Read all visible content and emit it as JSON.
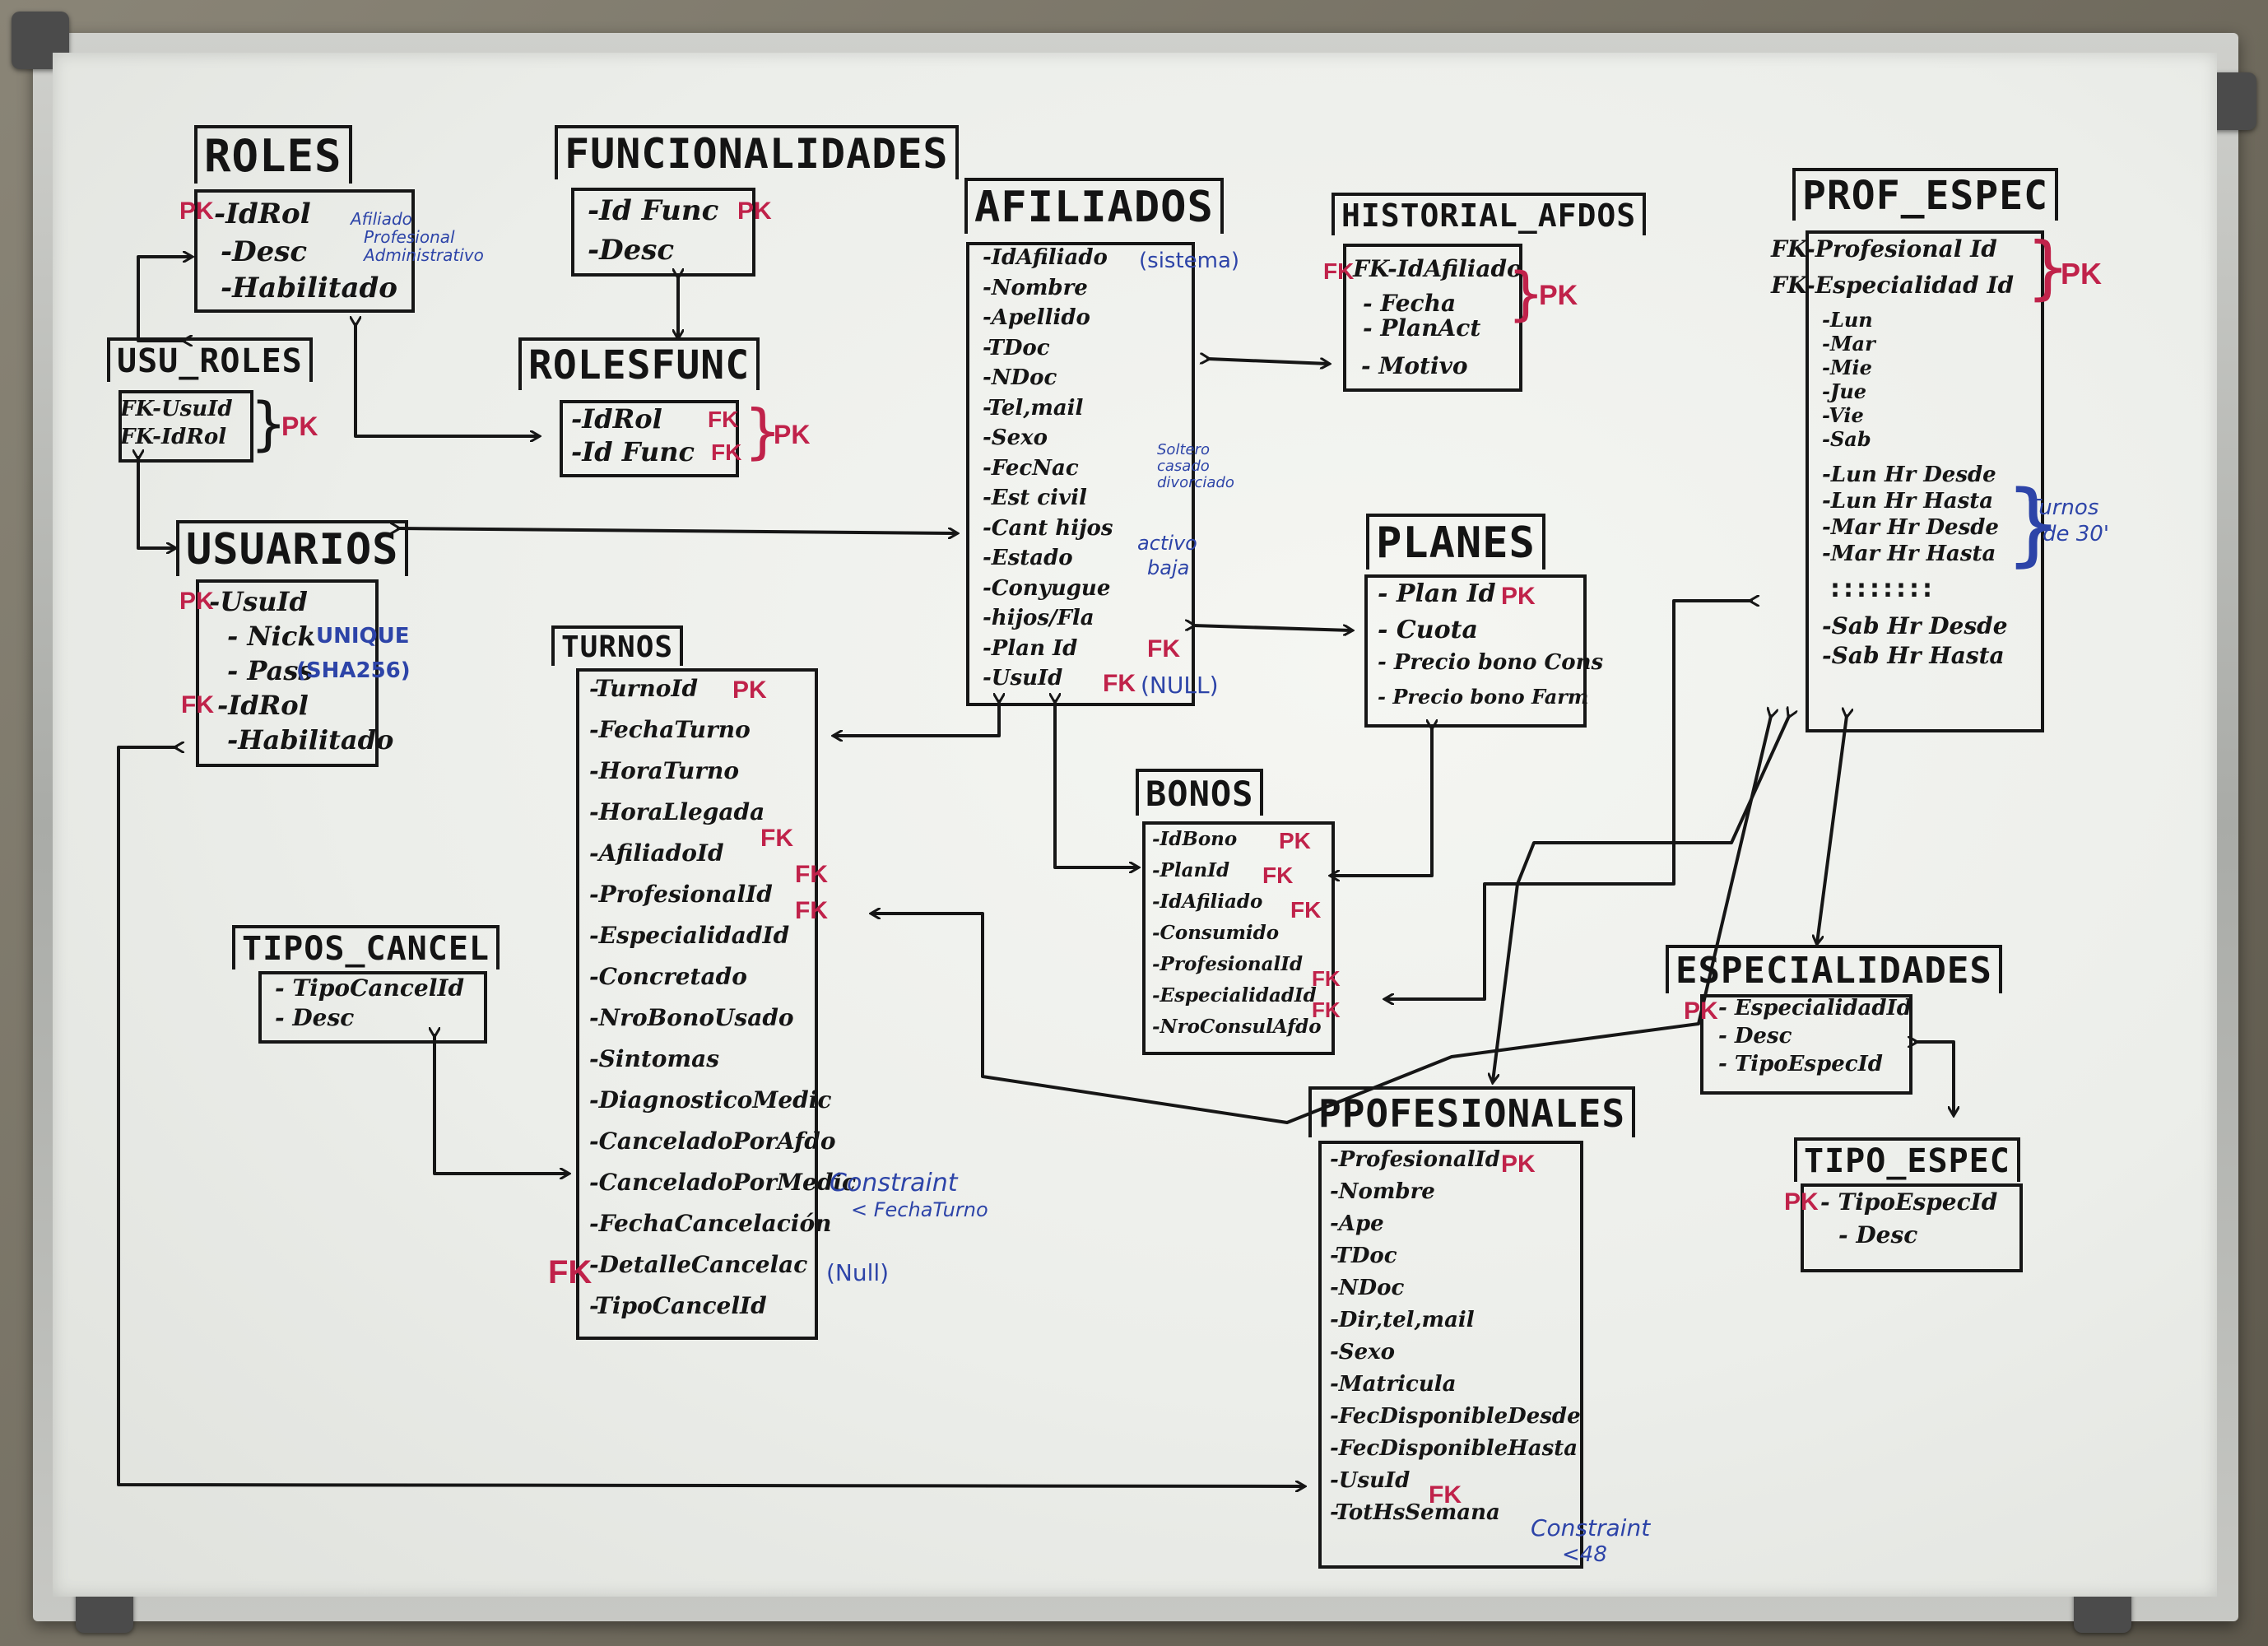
{
  "diagram": {
    "roles": {
      "title": "ROLES",
      "f1": "-IdRol",
      "f2": "-Desc",
      "f3": "-Habilitado",
      "pk": "PK",
      "note1": "Afiliado",
      "note2": "Profesional",
      "note3": "Administrativo"
    },
    "funcionalidades": {
      "title": "FUNCIONALIDADES",
      "f1": "-Id Func",
      "f2": "-Desc",
      "pk": "PK"
    },
    "usu_roles": {
      "title": "USU_ROLES",
      "f1": "FK-UsuId",
      "f2": "FK-IdRol",
      "pk": "PK"
    },
    "roles_func": {
      "title": "ROLESFUNC",
      "f1": "-IdRol",
      "f2": "-Id Func",
      "fk1": "FK",
      "fk2": "FK",
      "pk": "PK"
    },
    "usuarios": {
      "title": "USUARIOS",
      "f1": "-UsuId",
      "f2": "- Nick",
      "f3": "- Pass",
      "f4": "-IdRol",
      "f5": "-Habilitado",
      "pk": "PK",
      "fk": "FK",
      "unique": "UNIQUE",
      "sha": "(SHA256)"
    },
    "afiliados": {
      "title": "AFILIADOS",
      "fields": [
        "-IdAfiliado",
        "-Nombre",
        "-Apellido",
        "-TDoc",
        "-NDoc",
        "-Tel,mail",
        "-Sexo",
        "-FecNac",
        "-Est civil",
        "-Cant hijos",
        "-Estado",
        "-Conyugue",
        "-hijos/Fla",
        "-Plan Id",
        "-UsuId"
      ],
      "sistema": "(sistema)",
      "soltero": "Soltero",
      "casado": "casado",
      "divorciado": "divorciado",
      "activo": "activo",
      "baja": "baja",
      "fk1": "FK",
      "fk2": "FK",
      "null": "(NULL)"
    },
    "historial": {
      "title": "HISTORIAL_AFDOS",
      "f1": "FK-IdAfiliado",
      "f2": "- Fecha",
      "f3": "- PlanAct",
      "f4": "- Motivo",
      "pk": "PK"
    },
    "prof_espec": {
      "title": "PROF_ESPEC",
      "f1": "FK-Profesional Id",
      "f2": "FK-Especialidad Id",
      "pk": "PK",
      "days": [
        "-Lun",
        "-Mar",
        "-Mie",
        "-Jue",
        "-Vie",
        "-Sab"
      ],
      "hours": [
        "-Lun Hr Desde",
        "-Lun Hr Hasta",
        "-Mar Hr Desde",
        "-Mar Hr Hasta"
      ],
      "dots": "::::::::",
      "sab1": "-Sab Hr Desde",
      "sab2": "-Sab Hr Hasta",
      "turnos": "Turnos",
      "turnos2": "de 30'"
    },
    "planes": {
      "title": "PLANES",
      "f1": "- Plan Id",
      "f2": "- Cuota",
      "f3": "- Precio bono Cons",
      "f4": "- Precio bono Farm",
      "pk": "PK"
    },
    "turnos": {
      "title": "TURNOS",
      "fields": [
        "-TurnoId",
        "-FechaTurno",
        "-HoraTurno",
        "-HoraLlegada",
        "-AfiliadoId",
        "-ProfesionalId",
        "-EspecialidadId",
        "-Concretado",
        "-NroBonoUsado",
        "-Sintomas",
        "-DiagnosticoMedic",
        "-CanceladoPorAfdo",
        "-CanceladoPorMedic",
        "-FechaCancelación",
        "-DetalleCancelac",
        "-TipoCancelId"
      ],
      "pk": "PK",
      "fk1": "FK",
      "fk2": "FK",
      "fk3": "FK",
      "fk4": "FK",
      "null": "(Null)",
      "constraint": "Constraint",
      "constraint2": "< FechaTurno"
    },
    "bonos": {
      "title": "BONOS",
      "fields": [
        "-IdBono",
        "-PlanId",
        "-IdAfiliado",
        "-Consumido",
        "-ProfesionalId",
        "-EspecialidadId",
        "-NroConsulAfdo"
      ],
      "pk": "PK",
      "fk1": "FK",
      "fk2": "FK",
      "fk3": "FK",
      "fk4": "FK"
    },
    "tipos_cancel": {
      "title": "TIPOS_CANCEL",
      "f1": "- TipoCancelId",
      "f2": "- Desc"
    },
    "especialidades": {
      "title": "ESPECIALIDADES",
      "f1": "- EspecialidadId",
      "f2": "- Desc",
      "f3": "- TipoEspecId",
      "pk": "PK"
    },
    "tipo_espec": {
      "title": "TIPO_ESPEC",
      "f1": "- TipoEspecId",
      "f2": "- Desc",
      "pk": "PK"
    },
    "profesionales": {
      "title": "PPOFESIONALES",
      "fields": [
        "-ProfesionalId",
        "-Nombre",
        "-Ape",
        "-TDoc",
        "-NDoc",
        "-Dir,tel,mail",
        "-Sexo",
        "-Matricula",
        "-FecDisponibleDesde",
        "-FecDisponibleHasta",
        "-UsuId",
        "-TotHsSemana"
      ],
      "pk": "PK",
      "fk": "FK",
      "constraint": "Constraint",
      "constraint2": "<48"
    }
  }
}
